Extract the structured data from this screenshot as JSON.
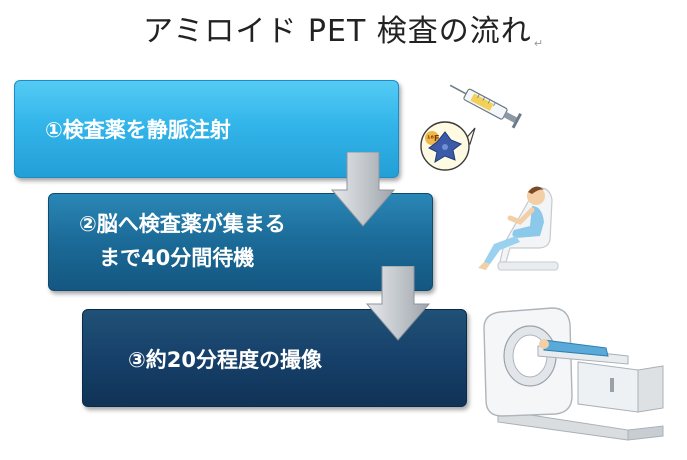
{
  "title": "アミロイド PET 検査の流れ",
  "title_mark": "↵",
  "steps": [
    {
      "lines": [
        "①検査薬を静脈注射"
      ]
    },
    {
      "lines": [
        "②脳へ検査薬が集まる",
        "まで40分間待機"
      ]
    },
    {
      "lines": [
        "③約20分程度の撮像"
      ]
    }
  ],
  "illustrations": {
    "molecule_label": "¹⁸F"
  },
  "colors": {
    "step1": "#33b5ea",
    "step2": "#1b6a97",
    "step3": "#16406a",
    "arrow": "#c9ced3"
  }
}
